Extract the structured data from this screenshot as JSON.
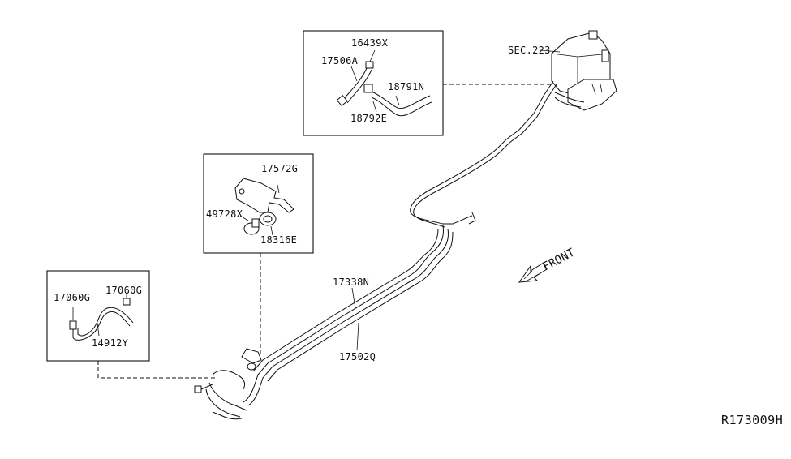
{
  "diagram": {
    "labels": {
      "sec_223": "SEC.223",
      "p16439x": "16439X",
      "p17506a": "17506A",
      "p18791n": "18791N",
      "p18792e": "18792E",
      "p17572g": "17572G",
      "p49728x": "49728X",
      "p18316e": "18316E",
      "p17060g_left": "17060G",
      "p17060g_right": "17060G",
      "p14912y": "14912Y",
      "p17338n": "17338N",
      "p17502q": "17502Q",
      "front": "FRONT",
      "reference": "R173009H"
    },
    "icons": {
      "front_arrow": "front-arrow-icon"
    }
  }
}
